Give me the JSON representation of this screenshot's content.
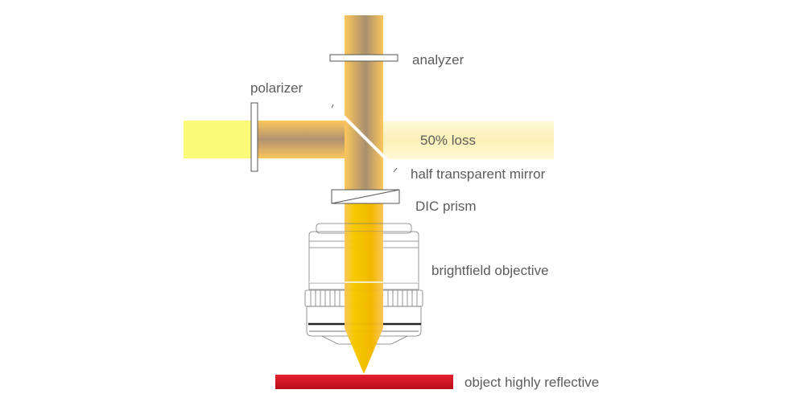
{
  "labels": {
    "analyzer": "analyzer",
    "polarizer": "polarizer",
    "loss": "50% loss",
    "mirror": "half transparent mirror",
    "prism": "DIC prism",
    "objective": "brightfield objective",
    "object": "object highly reflective"
  },
  "colors": {
    "light_source": "#fbfb7a",
    "beam": "#f0b54a",
    "beam_core": "#f7c600",
    "loss_beam": "#fdf6c8",
    "object": "#d31024",
    "outline": "#555555"
  }
}
